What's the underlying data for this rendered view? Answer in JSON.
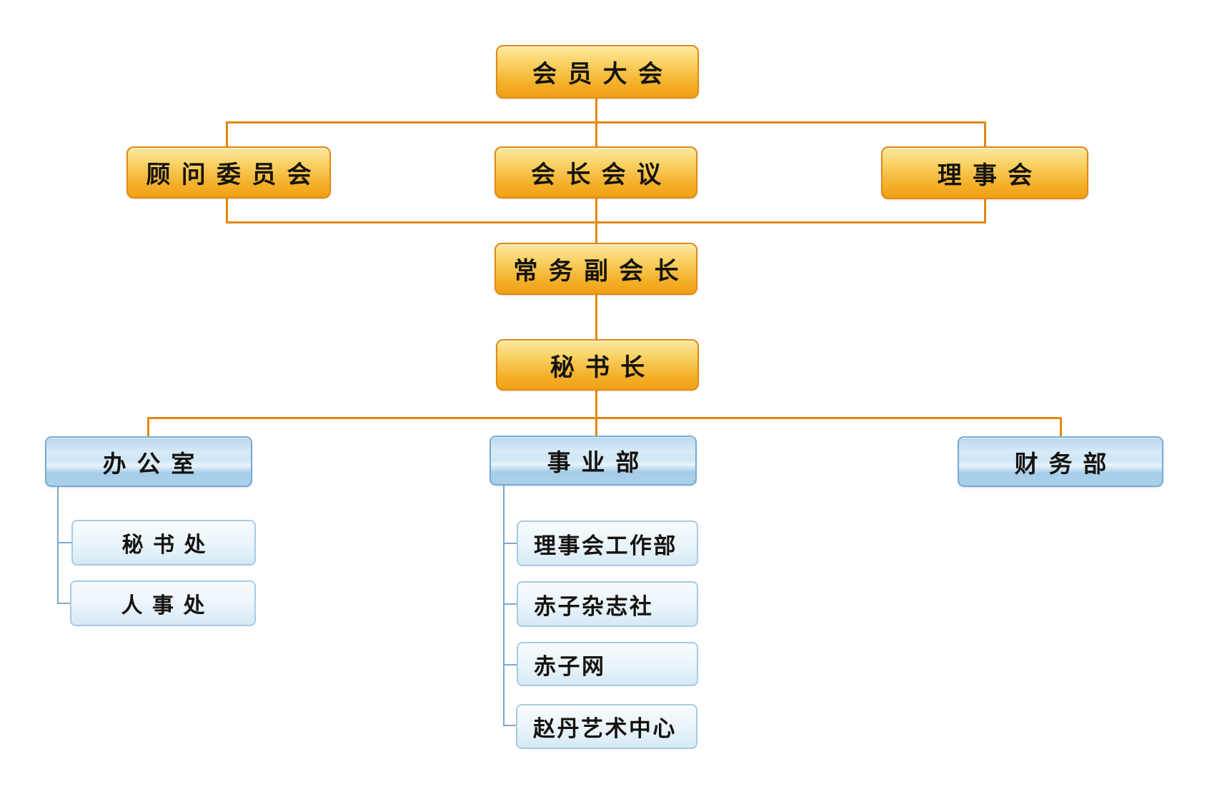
{
  "diagram": {
    "type": "org-chart",
    "root": {
      "label": "会员大会"
    },
    "level2": [
      {
        "label": "顾问委员会"
      },
      {
        "label": "会长会议"
      },
      {
        "label": "理事会"
      }
    ],
    "vice_president": {
      "label": "常务副会长"
    },
    "secretary_general": {
      "label": "秘书长"
    },
    "departments": [
      {
        "label": "办公室",
        "children": [
          {
            "label": "秘书处"
          },
          {
            "label": "人事处"
          }
        ]
      },
      {
        "label": "事业部",
        "children": [
          {
            "label": "理事会工作部"
          },
          {
            "label": "赤子杂志社"
          },
          {
            "label": "赤子网"
          },
          {
            "label": "赵丹艺术中心"
          }
        ]
      },
      {
        "label": "财务部",
        "children": []
      }
    ],
    "colors": {
      "connector_orange": "#E1890A",
      "connector_blue": "#7DA7CD",
      "gold_box_border": "#E08818",
      "gold_box_top": "#FCE9A2",
      "gold_box_bottom": "#F0A013",
      "blue_header_border": "#77ABD4",
      "blue_header_top": "#B9D8EE",
      "blue_header_bottom": "#ABD0EA",
      "child_box_border": "#A6CBE3",
      "child_box_top": "#F7FBFD",
      "child_box_bottom": "#D5E9F5",
      "text": "#151310",
      "background": "#FFFFFF"
    }
  }
}
